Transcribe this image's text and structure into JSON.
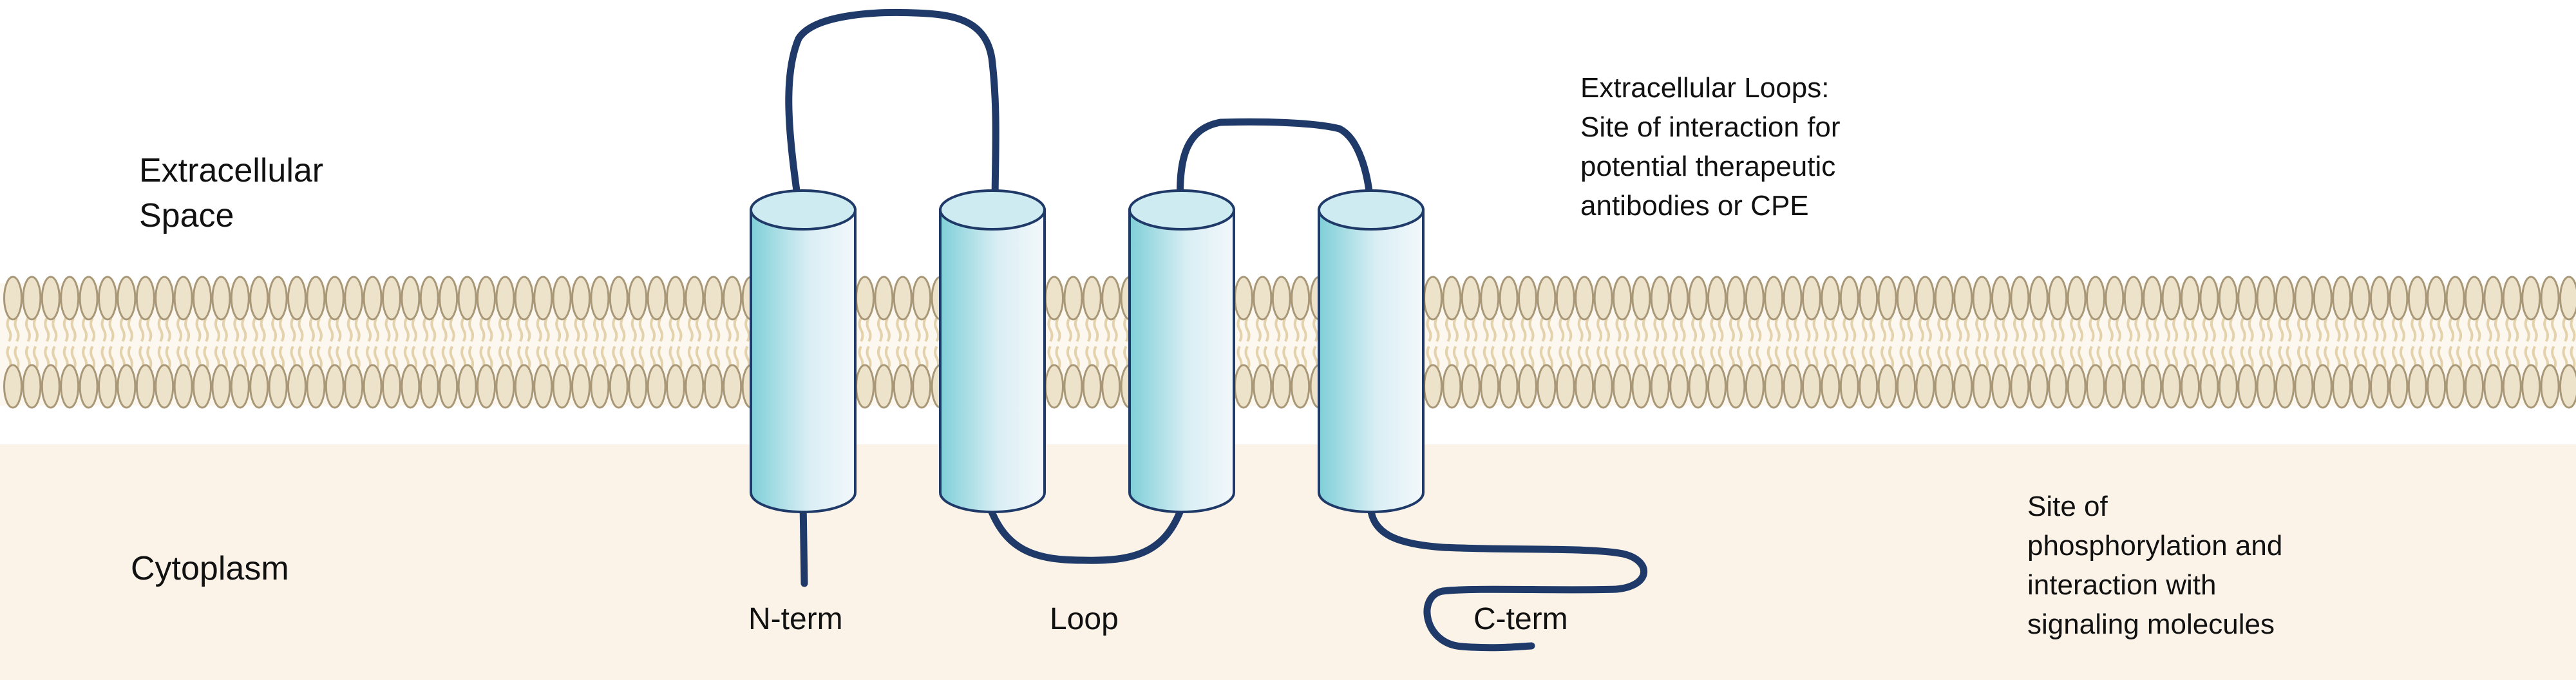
{
  "labels": {
    "extracellular_line1": "Extracellular",
    "extracellular_line2": "Space",
    "cytoplasm": "Cytoplasm",
    "n_term": "N-term",
    "loop": "Loop",
    "c_term": "C-term"
  },
  "annotations": {
    "extracellular_loops": [
      "Extracellular Loops:",
      "Site of interaction for",
      "potential therapeutic",
      "antibodies or CPE"
    ],
    "cytoplasmic": [
      "Site of",
      "phosphorylation and",
      "interaction with",
      "signaling molecules"
    ]
  },
  "colors": {
    "cytoplasm_fill": "#fbf3e8",
    "lipid_head_fill": "#ede2ca",
    "lipid_head_stroke": "#a89878",
    "lipid_tail": "#e3d2ab",
    "helix_stroke": "#1f3a68",
    "helix_light": "#eef5fa",
    "helix_dark": "#7fcfd8",
    "helix_top": "#cdebf1",
    "chain": "#1f3a68"
  },
  "protein": {
    "transmembrane_helices": 4,
    "extracellular_loops": 2,
    "intracellular_loops": 1
  }
}
